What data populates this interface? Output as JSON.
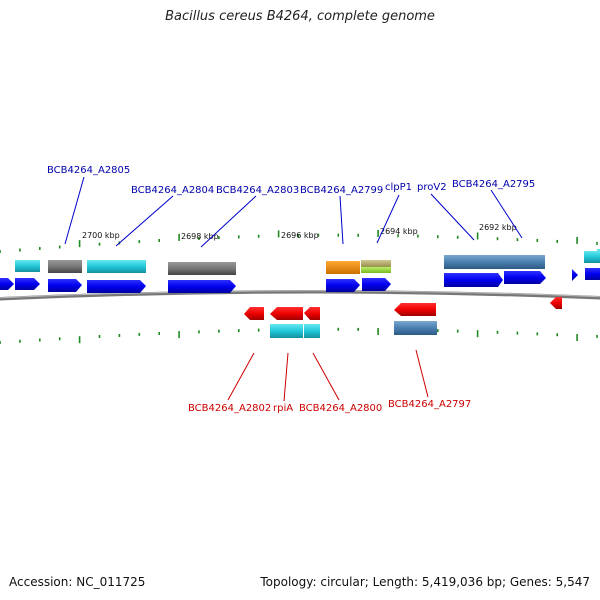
{
  "title": "Bacillus cereus B4264, complete genome",
  "accession": "Accession: NC_011725",
  "stats": "Topology: circular; Length: 5,419,036 bp; Genes: 5,547",
  "kbp_labels": [
    "2700 kbp",
    "2698 kbp",
    "2696 kbp",
    "2694 kbp",
    "2692 kbp"
  ],
  "top_labels": [
    "BCB4264_A2805",
    "BCB4264_A2804",
    "BCB4264_A2803",
    "BCB4264_A2799",
    "clpP1",
    "proV2",
    "BCB4264_A2795"
  ],
  "bottom_labels": [
    "BCB4264_A2802",
    "rpiA",
    "BCB4264_A2800",
    "BCB4264_A2797"
  ],
  "colors": {
    "forward_gene": "#0000ee",
    "reverse_gene": "#ee0000",
    "forward_label": "#0000aa",
    "reverse_label": "#cc0000",
    "backbone": "#888888",
    "tick": "#228822",
    "cog_cyan": "#22c8d8",
    "cog_gray": "#777777",
    "cog_steel": "#4a7fb0",
    "cog_orange": "#ee8800",
    "cog_olive": "#b8b070",
    "cog_lime": "#99dd33"
  }
}
